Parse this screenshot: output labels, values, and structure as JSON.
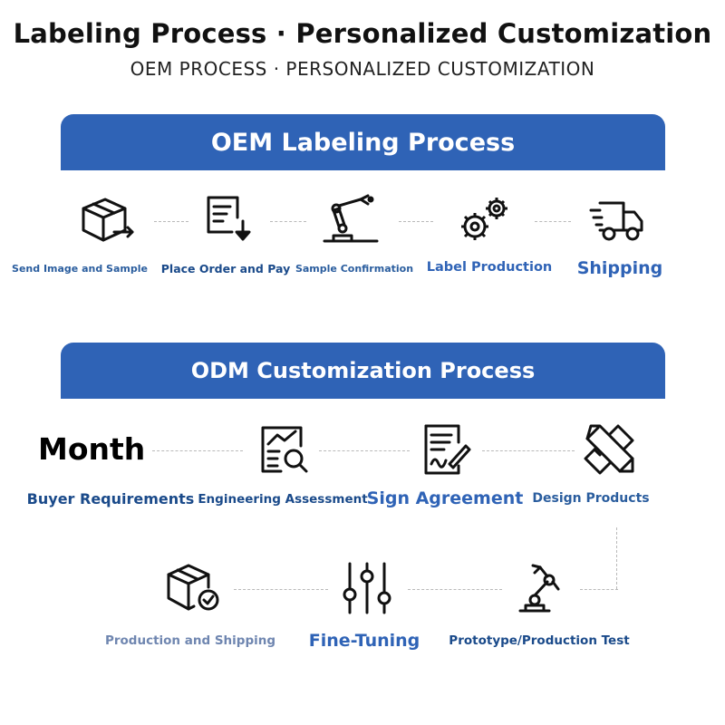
{
  "header": {
    "title": "Labeling Process · Personalized Customization",
    "subtitle": "OEM PROCESS · PERSONALIZED CUSTOMIZATION"
  },
  "oem": {
    "banner": "OEM Labeling Process",
    "steps": [
      {
        "label": "Send Image and Sample",
        "icon": "box-send-icon"
      },
      {
        "label": "Place Order and Pay",
        "icon": "order-download-icon"
      },
      {
        "label": "Sample Confirmation",
        "icon": "robot-arm-icon"
      },
      {
        "label": "Label Production",
        "icon": "gears-icon"
      },
      {
        "label": "Shipping",
        "icon": "delivery-truck-icon"
      }
    ]
  },
  "odm": {
    "banner": "ODM Customization Process",
    "month_text": "Month",
    "steps": [
      {
        "label": "Buyer Requirements",
        "icon": ""
      },
      {
        "label": "Engineering Assessment",
        "icon": "document-search-icon"
      },
      {
        "label": "Sign Agreement",
        "icon": "contract-sign-icon"
      },
      {
        "label": "Design Products",
        "icon": "ruler-pencil-icon"
      },
      {
        "label": "Prototype/Production Test",
        "icon": "robot-arm-icon"
      },
      {
        "label": "Fine-Tuning",
        "icon": "slider-controls-icon"
      },
      {
        "label": "Production and Shipping",
        "icon": "package-check-icon"
      }
    ]
  },
  "colors": {
    "banner": "#2f63b6",
    "label_dark": "#1a4a8a",
    "label_medium": "#2f63b6",
    "label_faded": "#6f86b0",
    "dash": "#b9b9b9"
  }
}
